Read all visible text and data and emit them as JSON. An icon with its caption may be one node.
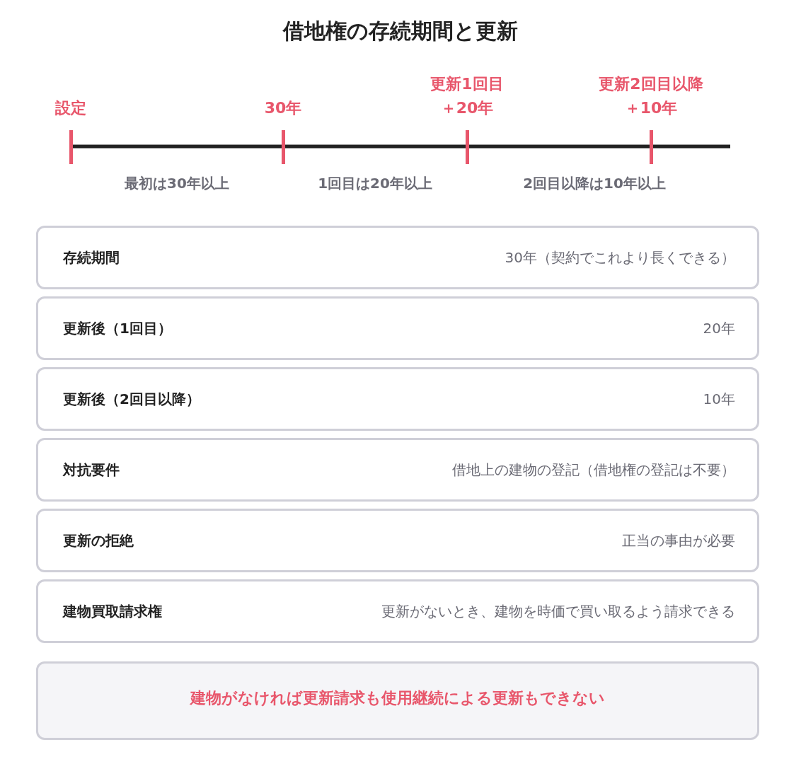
{
  "diagram": {
    "title": "借地権の存続期間と更新",
    "nodes": [
      {
        "text": [
          "存続期間",
          "30年（契約でこれより長くできる）"
        ]
      },
      {
        "text": [
          "更新後（1回目）",
          "20年"
        ]
      },
      {
        "text": [
          "更新後（2回目以降）",
          "10年"
        ]
      },
      {
        "text": [
          "対抗要件",
          "借地上の建物の登記（借地権の登記は不要）"
        ]
      },
      {
        "text": [
          "更新の拒絶",
          "正当の事由が必要"
        ]
      },
      {
        "text": [
          "建物買取請求権",
          "更新がないとき、建物を時価で買い取るよう請求できる"
        ]
      },
      {
        "text": [
          "建物がなければ更新請求も使用継続による更新もできない"
        ]
      }
    ],
    "labels": [
      "設定",
      "30年",
      "更新1回目",
      "＋20年",
      "更新2回目以降",
      "＋10年",
      "最初は30年以上",
      "1回目は20年以上",
      "2回目以降は10年以上"
    ]
  }
}
